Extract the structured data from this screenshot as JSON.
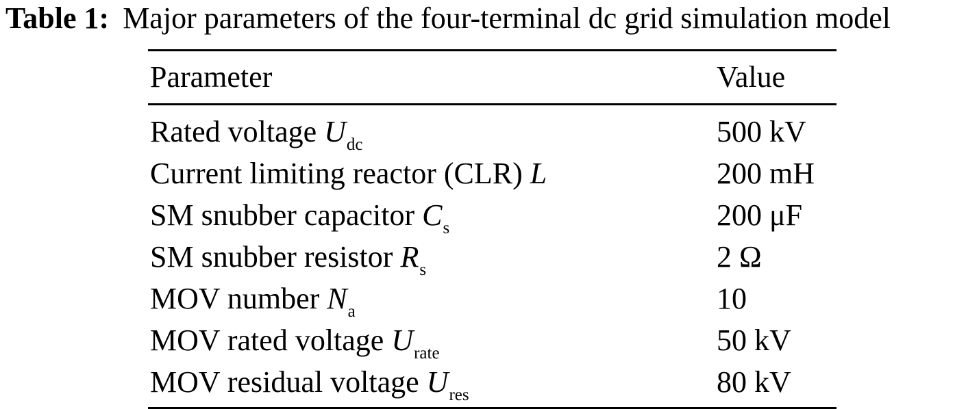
{
  "caption": {
    "label": "Table 1:",
    "text": "Major parameters of the four-terminal dc grid simulation model"
  },
  "table": {
    "headers": {
      "parameter": "Parameter",
      "value": "Value"
    },
    "rows": [
      {
        "name": "Rated voltage",
        "symbol": "U",
        "subscript": "dc",
        "value": "500 kV"
      },
      {
        "name": "Current limiting reactor (CLR)",
        "symbol": "L",
        "subscript": "",
        "value": "200 mH"
      },
      {
        "name": "SM snubber capacitor",
        "symbol": "C",
        "subscript": "s",
        "value": "200 μF"
      },
      {
        "name": "SM snubber resistor",
        "symbol": "R",
        "subscript": "s",
        "value": "2 Ω"
      },
      {
        "name": "MOV number",
        "symbol": "N",
        "subscript": "a",
        "value": "10"
      },
      {
        "name": "MOV rated voltage",
        "symbol": "U",
        "subscript": "rate",
        "value": "50 kV"
      },
      {
        "name": "MOV residual voltage",
        "symbol": "U",
        "subscript": "res",
        "value": "80 kV"
      }
    ]
  }
}
